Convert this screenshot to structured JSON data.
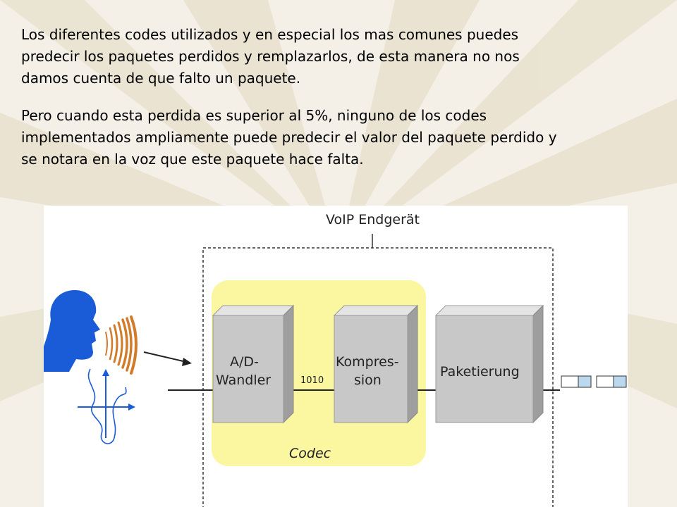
{
  "slide": {
    "paragraphs": [
      "Los diferentes codes utilizados y en especial los mas comunes puedes\npredecir los paquetes perdidos y remplazarlos, de esta manera no nos\ndamos cuenta de que falto un paquete.",
      "Pero cuando esta perdida es superior al 5%, ninguno de los codes\nimplementados ampliamente puede predecir el valor del paquete perdido y\nse notara en la voz que este paquete hace falta."
    ]
  },
  "diagram": {
    "device_label": "VoIP Endgerät",
    "block_ad_line1": "A/D-",
    "block_ad_line2": "Wandler",
    "bits_label": "1010",
    "block_compression_line1": "Kompres-",
    "block_compression_line2": "sion",
    "block_packet": "Paketierung",
    "codec_label": "Codec"
  },
  "colors": {
    "background": "#f4f0e8",
    "codec_area": "#fbf6a0",
    "block_face": "#c8c8c8",
    "head": "#1a5cd8",
    "sound_waves": "#d27b2a",
    "packet_fill": "#bcd8ee"
  }
}
